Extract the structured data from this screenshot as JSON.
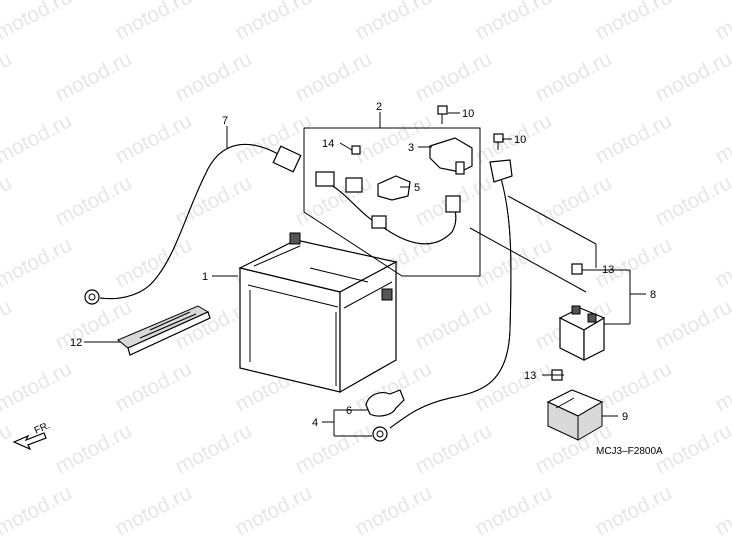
{
  "watermark": "motod.ru",
  "diagram_code": "MCJ3–F2800A",
  "direction_label": "FR.",
  "callouts": [
    {
      "id": "1",
      "part": "battery"
    },
    {
      "id": "2",
      "part": "harness-group"
    },
    {
      "id": "3",
      "part": "cap"
    },
    {
      "id": "4",
      "part": "cable-group"
    },
    {
      "id": "5",
      "part": "cover"
    },
    {
      "id": "6",
      "part": "boot"
    },
    {
      "id": "7",
      "part": "negative-cable"
    },
    {
      "id": "8",
      "part": "relay-group"
    },
    {
      "id": "9",
      "part": "relay-cover"
    },
    {
      "id": "10",
      "part": "bolt"
    },
    {
      "id": "10",
      "part": "bolt-2"
    },
    {
      "id": "12",
      "part": "band"
    },
    {
      "id": "13",
      "part": "fuse"
    },
    {
      "id": "13",
      "part": "fuse-2"
    },
    {
      "id": "14",
      "part": "fuse-main"
    }
  ]
}
